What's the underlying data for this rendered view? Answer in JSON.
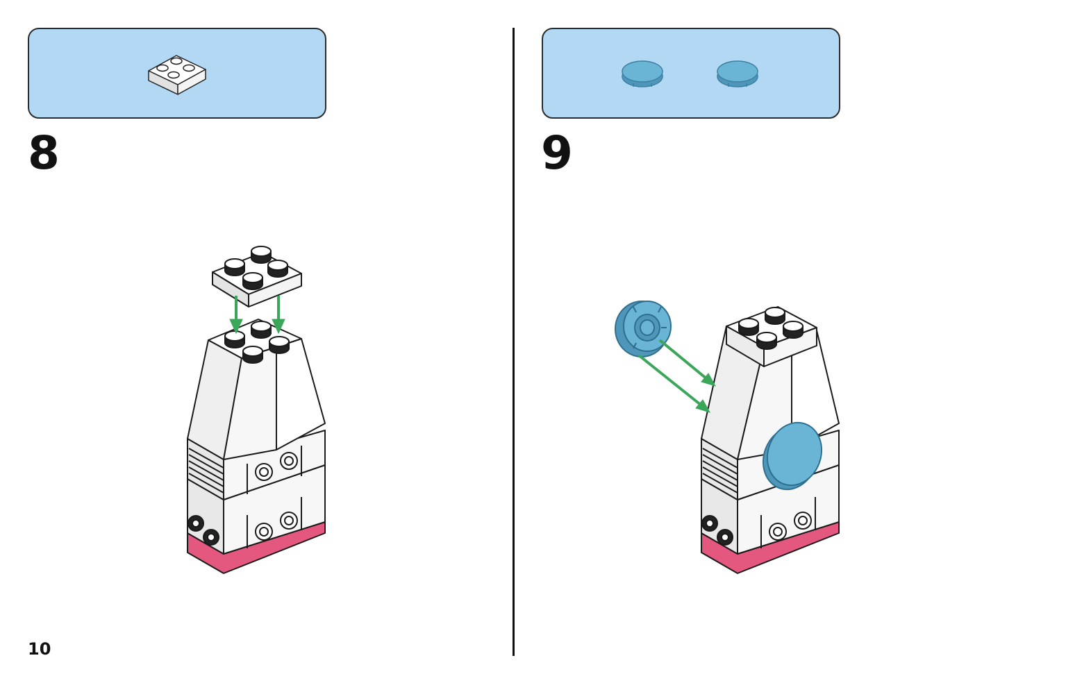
{
  "page": {
    "number": "10"
  },
  "steps": [
    {
      "number": "8",
      "parts": [
        {
          "name": "plate-2x2",
          "color": "#ffffff",
          "quantity": 1
        }
      ]
    },
    {
      "number": "9",
      "parts": [
        {
          "name": "round-tile",
          "color": "#6ab4d6",
          "quantity": 2
        }
      ]
    }
  ],
  "colors": {
    "parts_box": "#b3d8f3",
    "arrow": "#3aa659",
    "brick_white": "#f2f2f2",
    "base_pink": "#e4587f",
    "tile_blue": "#6ab4d6"
  },
  "icons": [
    "arrow-down-icon",
    "arrow-diagonal-icon"
  ]
}
